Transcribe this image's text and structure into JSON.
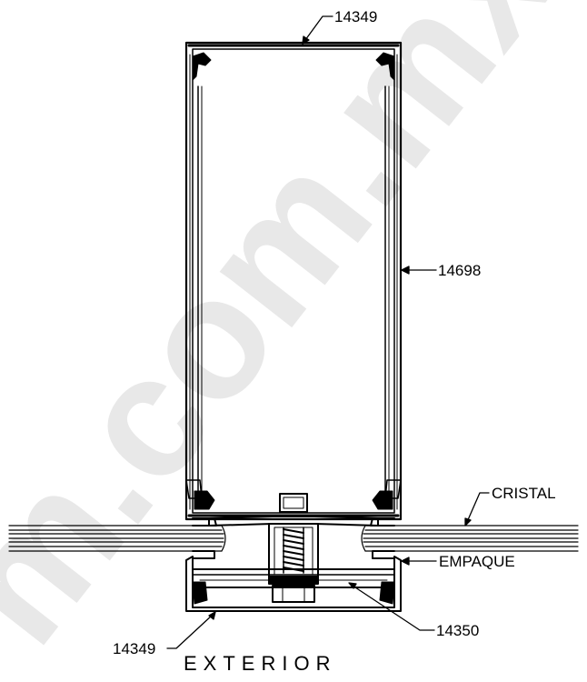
{
  "drawing": {
    "labels": {
      "top_profile": "14349",
      "side_profile": "14698",
      "glass": "CRISTAL",
      "gasket": "EMPAQUE",
      "cap_profile": "14350",
      "bottom_profile": "14349",
      "side_label": "EXTERIOR"
    },
    "watermark": "m.com.mx",
    "colors": {
      "line": "#000000",
      "background": "#ffffff",
      "watermark": "#d6d6d6"
    }
  }
}
